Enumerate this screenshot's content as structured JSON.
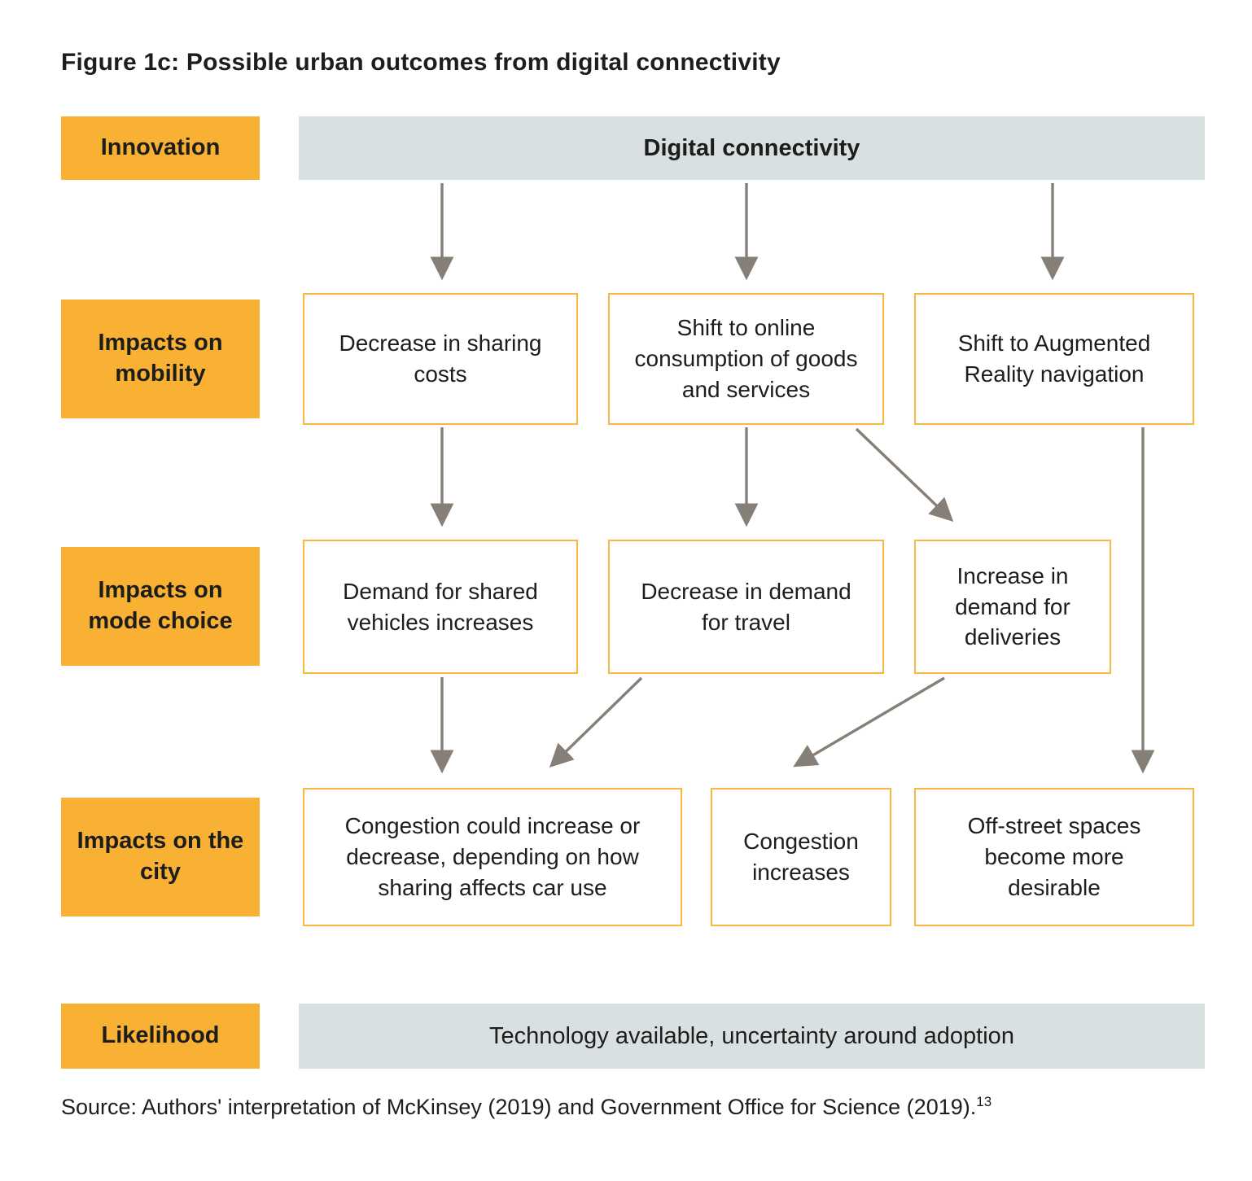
{
  "figure": {
    "title": "Figure 1c: Possible urban outcomes from digital connectivity",
    "source_text": "Source: Authors' interpretation of McKinsey (2019) and Government Office for Science (2019).",
    "source_footnote": "13"
  },
  "colors": {
    "label_bg": "#F8B133",
    "box_border": "#FBB840",
    "bar_bg": "#D9E0E2",
    "arrow": "#857F78",
    "text": "#1D1D1B"
  },
  "rows": {
    "innovation": {
      "label": "Innovation",
      "value": "Digital connectivity"
    },
    "mobility": {
      "label": "Impacts on mobility",
      "boxes": [
        "Decrease in sharing costs",
        "Shift to online consumption of goods and services",
        "Shift to Augmented Reality navigation"
      ]
    },
    "mode_choice": {
      "label": "Impacts on mode choice",
      "boxes": [
        "Demand for shared vehicles increases",
        "Decrease in demand for travel",
        "Increase in demand for deliveries"
      ]
    },
    "city": {
      "label": "Impacts on the city",
      "boxes": [
        "Congestion could increase or decrease, depending on how sharing affects car use",
        "Congestion increases",
        "Off-street spaces become more desirable"
      ]
    },
    "likelihood": {
      "label": "Likelihood",
      "value": "Technology available, uncertainty around adoption"
    }
  },
  "edges": [
    {
      "from": "Digital connectivity",
      "to": "Decrease in sharing costs"
    },
    {
      "from": "Digital connectivity",
      "to": "Shift to online consumption of goods and services"
    },
    {
      "from": "Digital connectivity",
      "to": "Shift to Augmented Reality navigation"
    },
    {
      "from": "Decrease in sharing costs",
      "to": "Demand for shared vehicles increases"
    },
    {
      "from": "Shift to online consumption of goods and services",
      "to": "Decrease in demand for travel"
    },
    {
      "from": "Shift to online consumption of goods and services",
      "to": "Increase in demand for deliveries"
    },
    {
      "from": "Shift to Augmented Reality navigation",
      "to": "Off-street spaces become more desirable"
    },
    {
      "from": "Demand for shared vehicles increases",
      "to": "Congestion could increase or decrease, depending on how sharing affects car use"
    },
    {
      "from": "Decrease in demand for travel",
      "to": "Congestion could increase or decrease, depending on how sharing affects car use"
    },
    {
      "from": "Increase in demand for deliveries",
      "to": "Congestion increases"
    }
  ]
}
